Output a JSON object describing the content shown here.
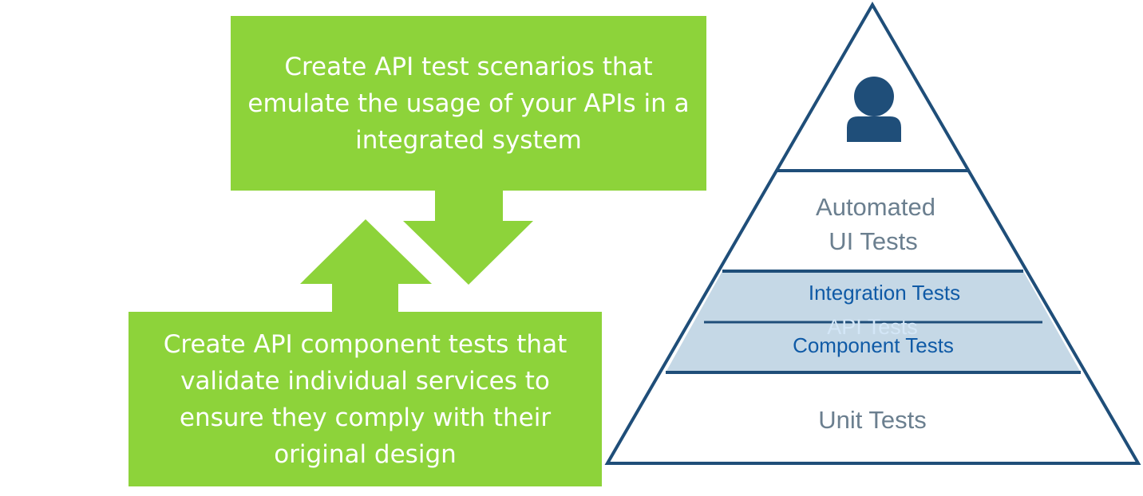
{
  "colors": {
    "green": "#8dd33a",
    "navy": "#1f4e79",
    "band_fill": "#c5d8e6",
    "label_blue": "#0f5aa6",
    "label_gray": "#6b7f8f",
    "api_watermark": "#d3e6f7"
  },
  "boxes": {
    "top_text": "Create API test scenarios that emulate the usage of your APIs in a integrated system",
    "bottom_text": "Create API component tests that validate individual services to ensure they comply with their original design"
  },
  "arrows": {
    "up": "arrow-up",
    "down": "arrow-down"
  },
  "pyramid": {
    "user_icon": "user-icon",
    "automated_line1": "Automated",
    "automated_line2": "UI Tests",
    "integration": "Integration Tests",
    "api_tests": "API Tests",
    "component": "Component Tests",
    "unit": "Unit Tests"
  }
}
